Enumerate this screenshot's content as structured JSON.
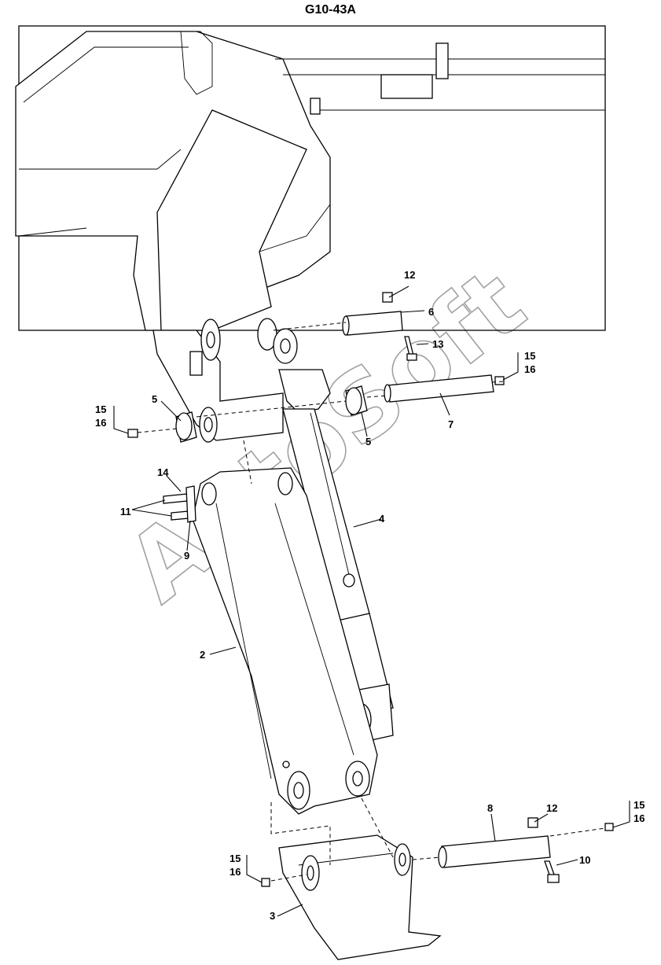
{
  "title": "G10-43A",
  "watermark": "AutoSoft",
  "callouts": {
    "c2": "2",
    "c3": "3",
    "c4": "4",
    "c5a": "5",
    "c5b": "5",
    "c6": "6",
    "c7": "7",
    "c8": "8",
    "c9": "9",
    "c10": "10",
    "c11": "11",
    "c12a": "12",
    "c12b": "12",
    "c13": "13",
    "c14": "14",
    "c15a": "15",
    "c16a": "16",
    "c15b": "15",
    "c16b": "16",
    "c15c": "15",
    "c16c": "16",
    "c15d": "15",
    "c16d": "16"
  }
}
